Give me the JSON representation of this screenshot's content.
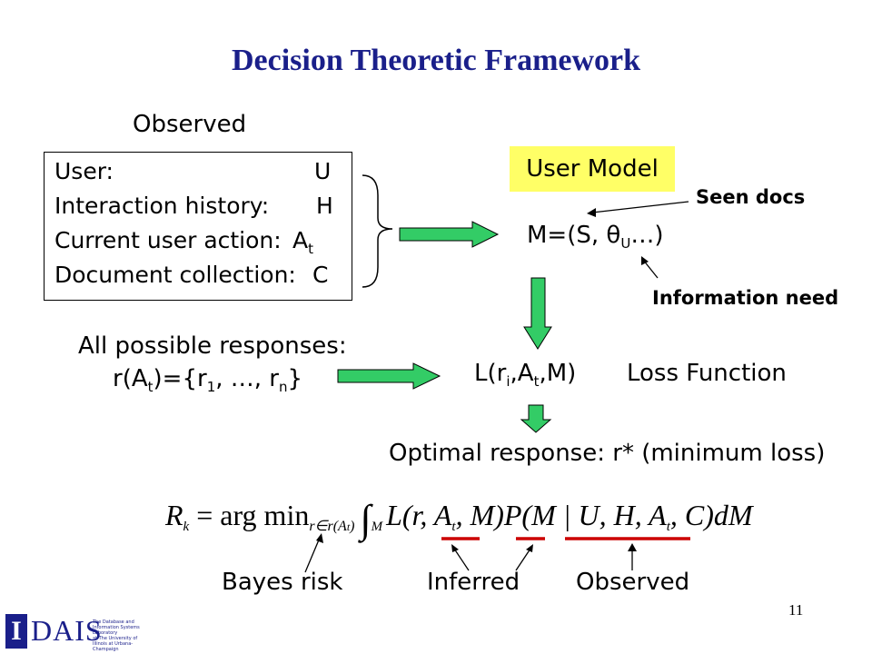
{
  "title": "Decision Theoretic Framework",
  "observed_header": "Observed",
  "observed_box": {
    "rows": [
      {
        "label": "User:",
        "value": "U"
      },
      {
        "label": "Interaction history:",
        "value": "H"
      },
      {
        "label": "Current user action:",
        "value": "A",
        "value_sub": "t"
      },
      {
        "label": "Document collection:",
        "value": "C"
      }
    ]
  },
  "user_model": {
    "label": "User Model",
    "formula_prefix": "M=(S, ",
    "theta": "θ",
    "theta_sub": "U",
    "formula_suffix": "…)",
    "seen_docs": "Seen docs",
    "information_need": "Information need"
  },
  "responses": {
    "line1": "All possible responses:",
    "line2_a": "r(A",
    "line2_sub_t": "t",
    "line2_b": ")={r",
    "line2_sub_1": "1",
    "line2_c": ", …, r",
    "line2_sub_n": "n",
    "line2_d": "}"
  },
  "loss": {
    "a": "L(r",
    "sub_i": "i",
    "b": ",A",
    "sub_t": "t",
    "c": ",M)",
    "label": "Loss Function"
  },
  "optimal": "Optimal response: r* (minimum loss)",
  "formula": {
    "lhs": "R",
    "lhs_sub": "k",
    "eq": " = arg min",
    "min_sub": "r∈r(A",
    "min_sub_t": "t",
    "min_sub_end": ")",
    "integral": "∫",
    "int_sub": "M",
    "body": "L(r, A",
    "body_sub1": "t",
    "body2": ", M)P(M | U, H, A",
    "body_sub2": "t",
    "body3": ", C)dM"
  },
  "labels": {
    "bayes_risk": "Bayes risk",
    "inferred": "Inferred",
    "observed": "Observed"
  },
  "page_number": "11",
  "logo": {
    "letter": "I",
    "word": "DAIS",
    "lab_line1": "The Database and Information Systems Laboratory",
    "lab_line2": "at The University of Illinois at Urbana-Champaign"
  },
  "colors": {
    "title": "#1a1f8a",
    "arrow_fill": "#33cc66",
    "highlight": "#ffff66",
    "underline": "#cc0000"
  }
}
